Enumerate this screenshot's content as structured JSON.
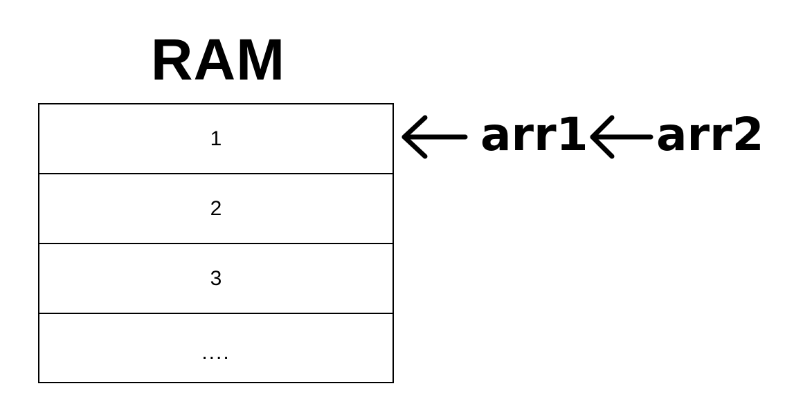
{
  "title": "RAM",
  "memory": {
    "cells": [
      "1",
      "2",
      "3",
      "...."
    ]
  },
  "pointers": [
    {
      "label": "arr1",
      "arrow": "left-arrow-icon"
    },
    {
      "label": "arr2",
      "arrow": "left-arrow-icon"
    }
  ]
}
